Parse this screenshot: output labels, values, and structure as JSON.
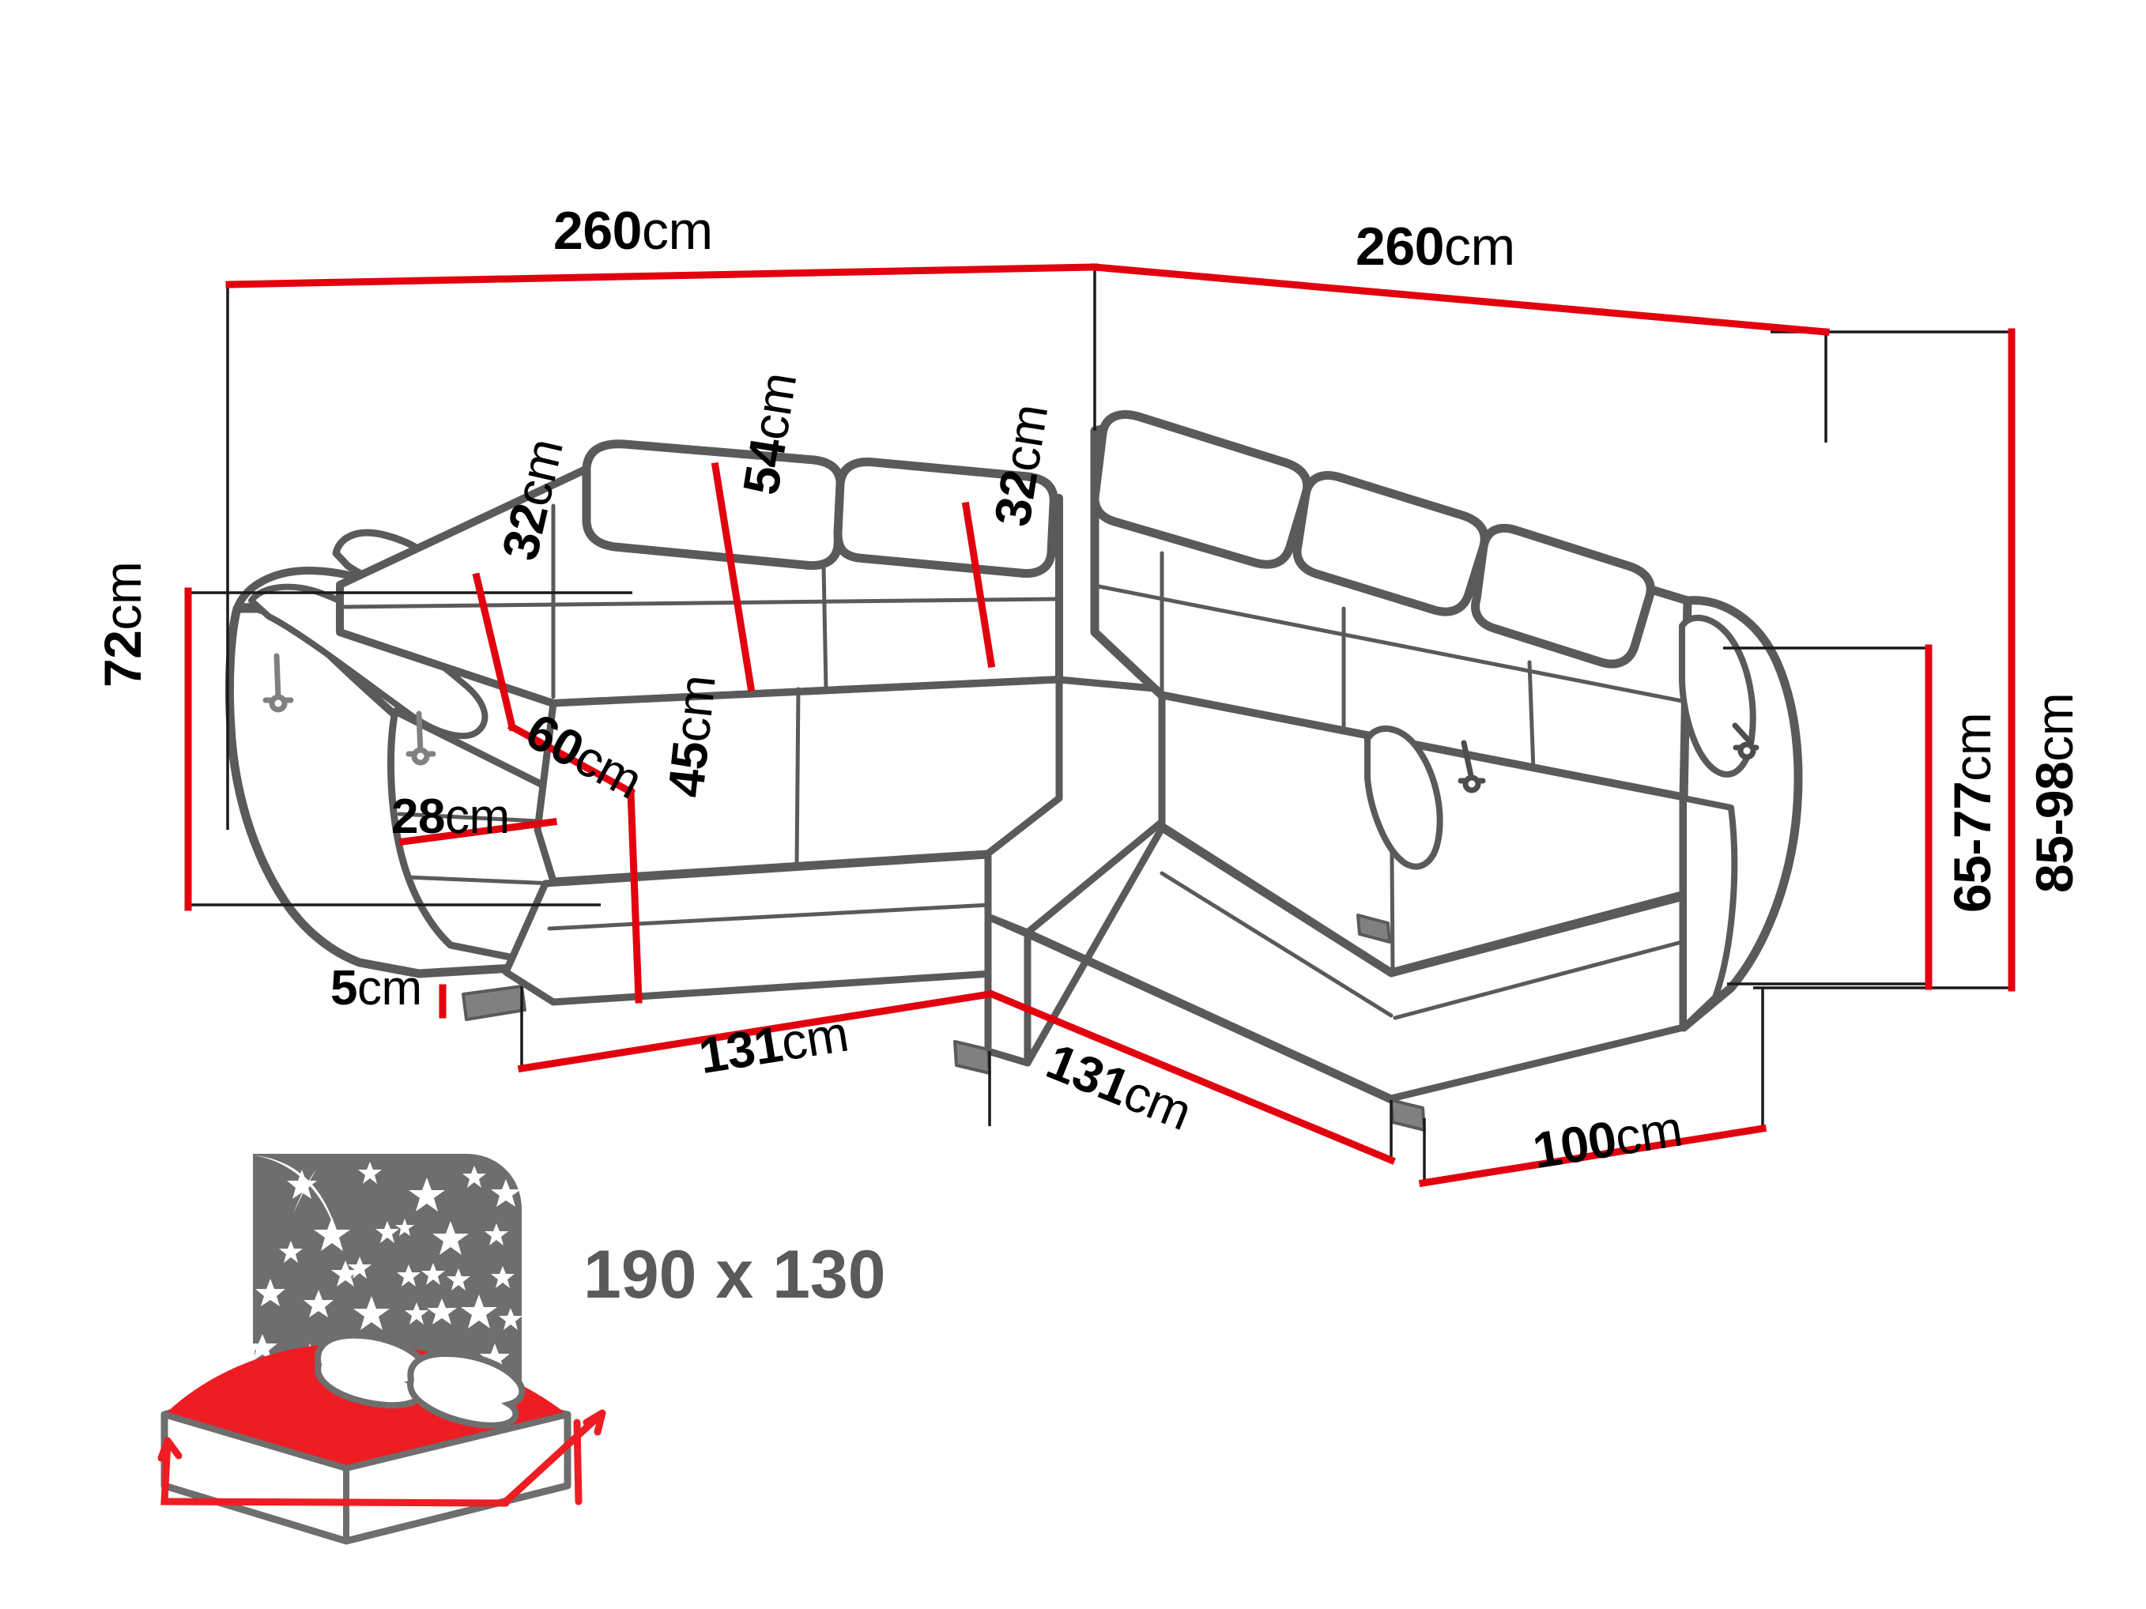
{
  "diagram": {
    "type": "furniture-dimension-drawing",
    "product": "corner-sofa-bed",
    "background_color": "#ffffff",
    "dimension_line_color": "#e2000f",
    "leader_line_color": "#1a1a1a",
    "sofa_outline_color": "#5a5a5a",
    "label_text_color": "#000000",
    "bed_label_text_color": "#5a5a5a",
    "bed_mattress_color": "#ee1d23",
    "bed_night_panel_color": "#6e6e6e"
  },
  "dimensions": {
    "overall_width_left": {
      "value": "260",
      "unit": "cm"
    },
    "overall_width_right": {
      "value": "260",
      "unit": "cm"
    },
    "armrest_height": {
      "value": "72",
      "unit": "cm"
    },
    "backrest_depth": {
      "value": "32",
      "unit": "cm"
    },
    "backrest_height": {
      "value": "54",
      "unit": "cm"
    },
    "back_cushion_depth": {
      "value": "32",
      "unit": "cm"
    },
    "seat_depth": {
      "value": "60",
      "unit": "cm"
    },
    "seat_height": {
      "value": "45",
      "unit": "cm"
    },
    "armrest_width": {
      "value": "28",
      "unit": "cm"
    },
    "leg_height": {
      "value": "5",
      "unit": "cm"
    },
    "seat_width_left": {
      "value": "131",
      "unit": "cm"
    },
    "seat_width_right": {
      "value": "131",
      "unit": "cm"
    },
    "corner_depth": {
      "value": "100",
      "unit": "cm"
    },
    "total_height_range": {
      "value": "85-98",
      "unit": "cm"
    },
    "back_height_range": {
      "value": "65-77",
      "unit": "cm"
    }
  },
  "bed_icon": {
    "label": "190 x 130",
    "alt": "sleeping-area"
  },
  "labels": {
    "width_left": "260",
    "width_right": "260",
    "armrest_height": "72",
    "backrest_depth": "32",
    "backrest_height": "54",
    "back_cushion_depth": "32",
    "seat_depth": "60",
    "seat_height": "45",
    "armrest_width": "28",
    "leg_height": "5",
    "seat_width_left": "131",
    "seat_width_right": "131",
    "corner_depth": "100",
    "total_height": "85-98",
    "back_height": "65-77",
    "unit": "cm",
    "bed_size": "190 x 130"
  }
}
